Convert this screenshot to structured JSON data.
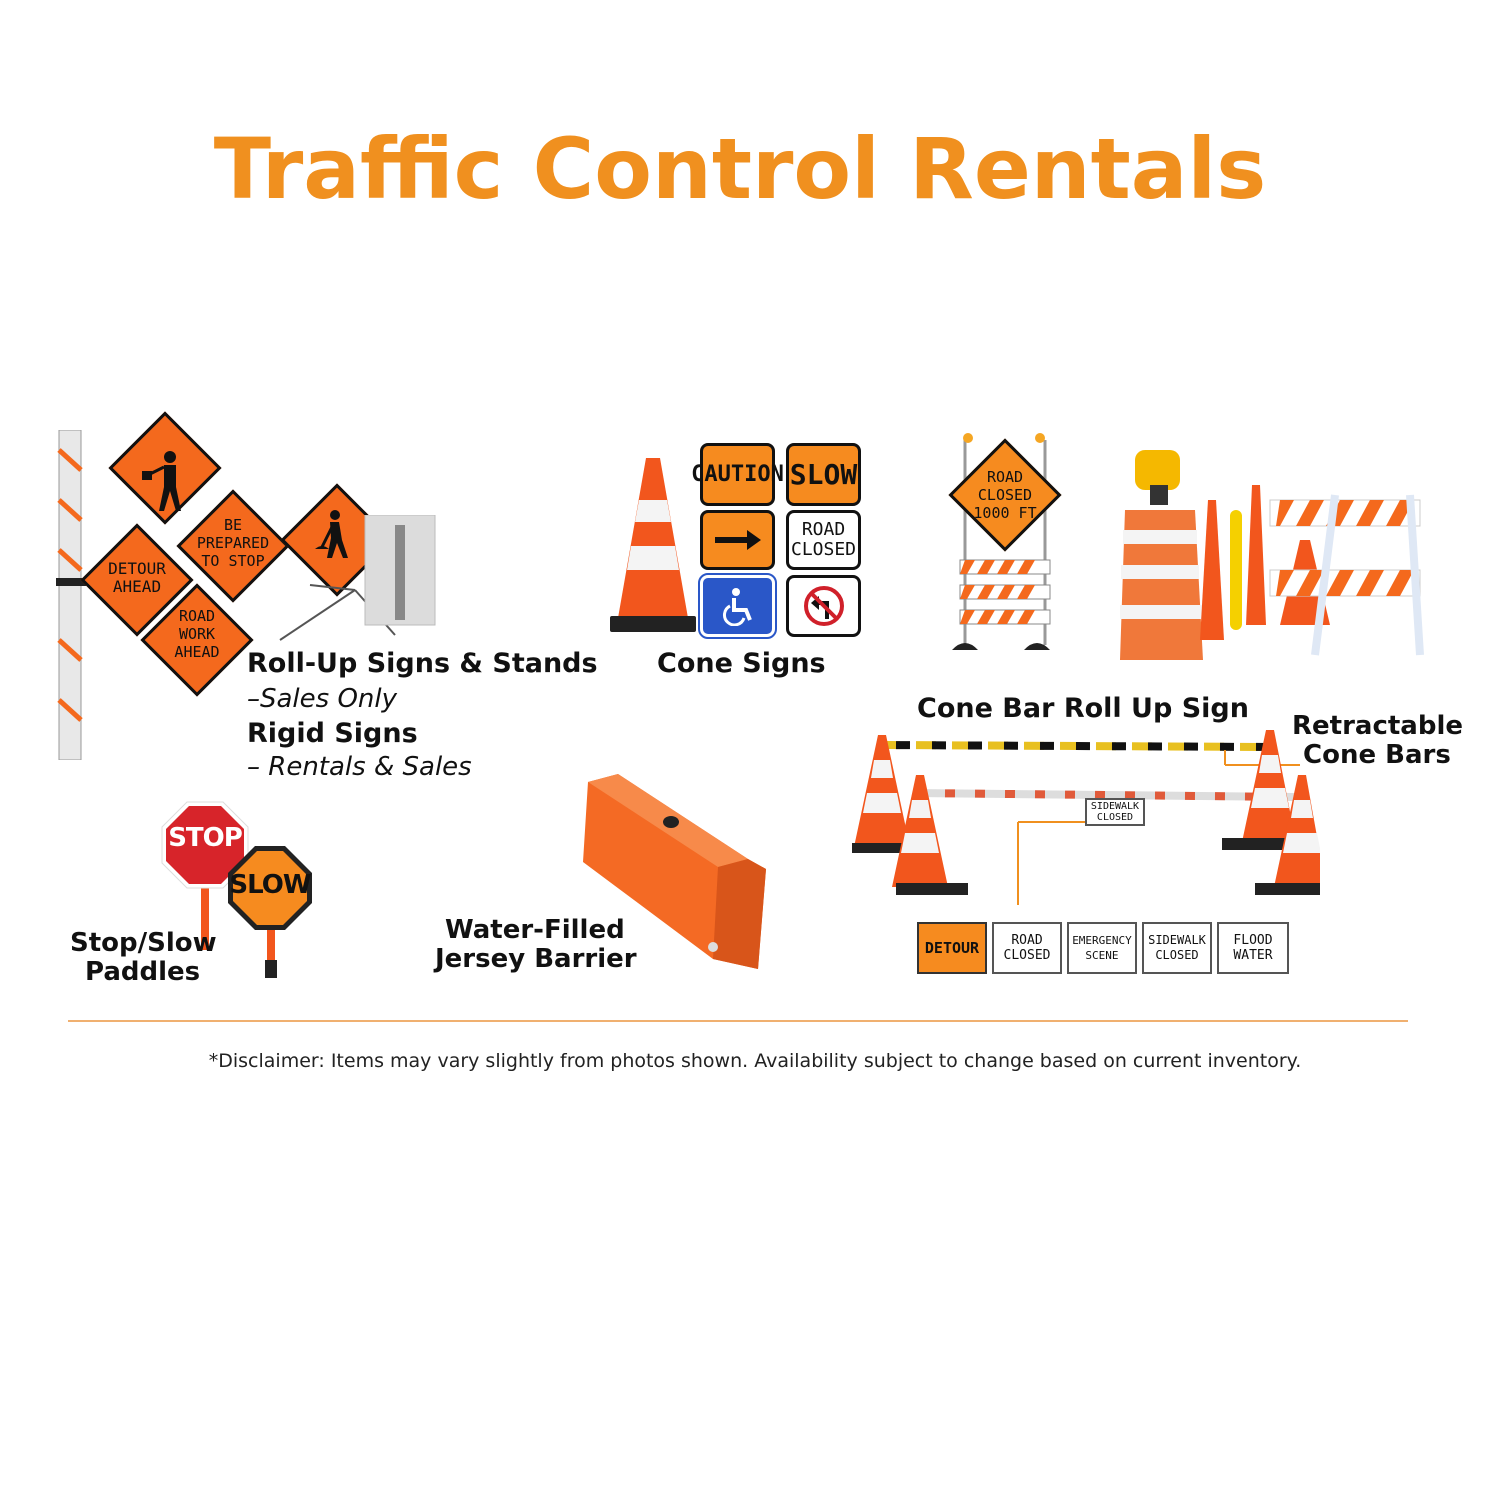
{
  "title": "Traffic Control Rentals",
  "rollup": {
    "label": "Roll-Up Signs & Stands",
    "sales_only": "–Sales Only",
    "rigid": "Rigid Signs",
    "rentals_sales": "– Rentals & Sales",
    "signs": {
      "detour": "DETOUR\nAHEAD",
      "be_prepared": "BE\nPREPARED\nTO STOP",
      "road_work": "ROAD\nWORK\nAHEAD"
    }
  },
  "cone_signs": {
    "label": "Cone Signs",
    "caution": "CAUTION",
    "slow": "SLOW",
    "road_closed": "ROAD\nCLOSED"
  },
  "barricade": {
    "sign": "ROAD\nCLOSED\n1000 FT"
  },
  "cone_bar": {
    "label": "Cone Bar Roll Up Sign",
    "sign": "SIDEWALK\nCLOSED",
    "retractable_1": "Retractable",
    "retractable_2": "Cone Bars",
    "signs": [
      "DETOUR",
      "ROAD\nCLOSED",
      "EMERGENCY\nSCENE",
      "SIDEWALK\nCLOSED",
      "FLOOD\nWATER"
    ]
  },
  "paddles": {
    "label_1": "Stop/Slow",
    "label_2": "Paddles",
    "stop": "STOP",
    "slow": "SLOW"
  },
  "barrier": {
    "label_1": "Water-Filled",
    "label_2": "Jersey Barrier"
  },
  "disclaimer": "*Disclaimer: Items may vary slightly from photos shown. Availability subject to change based on current inventory.",
  "colors": {
    "accent": "#f0901f",
    "sign_orange": "#f4691d",
    "cone_orange": "#f2561d"
  }
}
